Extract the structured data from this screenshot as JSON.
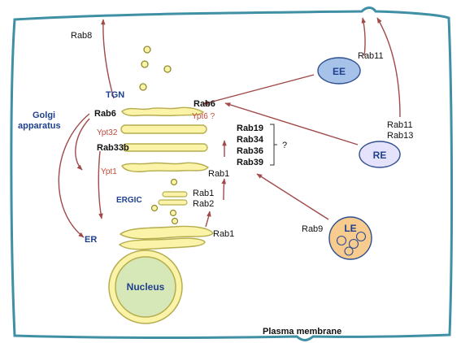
{
  "colors": {
    "membrane": "#3f8fa5",
    "arrow": "#a04a4a",
    "golgi_fill": "#fbf3a8",
    "golgi_stroke": "#b5ad4e",
    "label_blue": "#1f3f8f",
    "label_red": "#c24a3e",
    "label_black": "#111111",
    "ee_fill": "#a7c2e8",
    "re_fill": "#e4e3fb",
    "le_fill": "#f8cb8f",
    "nucleus_fill": "#d6e8b7"
  },
  "labels": {
    "plasma_membrane": "Plasma membrane",
    "nucleus": "Nucleus",
    "golgi_line1": "Golgi",
    "golgi_line2": "apparatus",
    "tgn": "TGN",
    "ergic": "ERGIC",
    "er": "ER",
    "ee": "EE",
    "re": "RE",
    "le": "LE"
  },
  "rabs": {
    "rab8": "Rab8",
    "rab6_left": "Rab6",
    "rab6_right": "Rab6",
    "ypt6": "Ypt6 ?",
    "ypt32": "Ypt32",
    "rab33b": "Rab33b",
    "ypt1": "Ypt1",
    "rab19": "Rab19",
    "rab34": "Rab34",
    "rab36": "Rab36",
    "rab39": "Rab39",
    "question": "?",
    "rab1_stack": "Rab1",
    "rab1_ergic": "Rab1",
    "rab2_ergic": "Rab2",
    "rab1_er": "Rab1",
    "rab11_ee": "Rab11",
    "rab11_re": "Rab11",
    "rab13_re": "Rab13",
    "rab9": "Rab9"
  }
}
